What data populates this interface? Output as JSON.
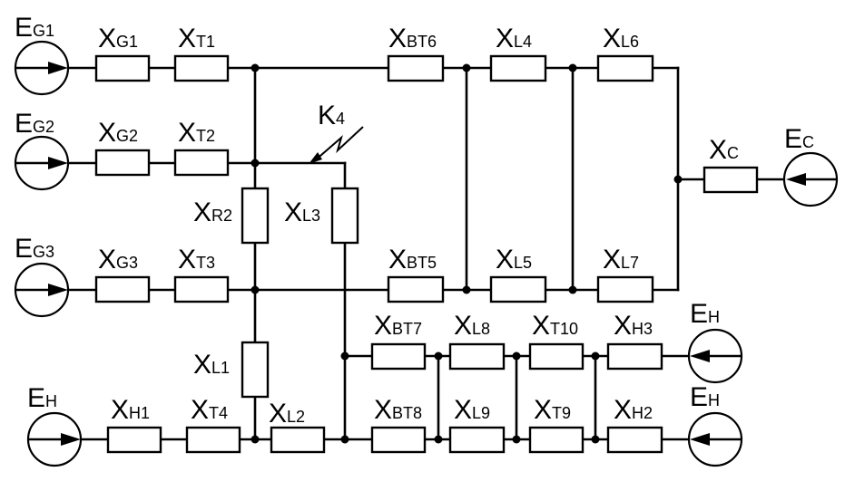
{
  "labels": {
    "eg1_main": "E",
    "eg1_sub": "G1",
    "eg2_main": "E",
    "eg2_sub": "G2",
    "eg3_main": "E",
    "eg3_sub": "G3",
    "ec_main": "E",
    "ec_sub": "C",
    "eh_left_main": "E",
    "eh_left_sub": "H",
    "eh_top_main": "E",
    "eh_top_sub": "H",
    "eh_bot_main": "E",
    "eh_bot_sub": "H",
    "k4_main": "K",
    "k4_sub": "4",
    "xg1_main": "X",
    "xg1_sub": "G1",
    "xt1_main": "X",
    "xt1_sub": "T1",
    "xbt6_main": "X",
    "xbt6_sub": "BT6",
    "xl4_main": "X",
    "xl4_sub": "L4",
    "xl6_main": "X",
    "xl6_sub": "L6",
    "xg2_main": "X",
    "xg2_sub": "G2",
    "xt2_main": "X",
    "xt2_sub": "T2",
    "xc_main": "X",
    "xc_sub": "C",
    "xr2_main": "X",
    "xr2_sub": "R2",
    "xl3_main": "X",
    "xl3_sub": "L3",
    "xg3_main": "X",
    "xg3_sub": "G3",
    "xt3_main": "X",
    "xt3_sub": "T3",
    "xbt5_main": "X",
    "xbt5_sub": "BT5",
    "xl5_main": "X",
    "xl5_sub": "L5",
    "xl7_main": "X",
    "xl7_sub": "L7",
    "xbt7_main": "X",
    "xbt7_sub": "BT7",
    "xl8_main": "X",
    "xl8_sub": "L8",
    "xt10_main": "X",
    "xt10_sub": "T10",
    "xh3_main": "X",
    "xh3_sub": "H3",
    "xl1_main": "X",
    "xl1_sub": "L1",
    "xh1_main": "X",
    "xh1_sub": "H1",
    "xt4_main": "X",
    "xt4_sub": "T4",
    "xl2_main": "X",
    "xl2_sub": "L2",
    "xbt8_main": "X",
    "xbt8_sub": "BT8",
    "xl9_main": "X",
    "xl9_sub": "L9",
    "xt9_main": "X",
    "xt9_sub": "T9",
    "xh2_main": "X",
    "xh2_sub": "H2"
  },
  "style": {
    "line_color": "#000000",
    "background": "#ffffff"
  }
}
